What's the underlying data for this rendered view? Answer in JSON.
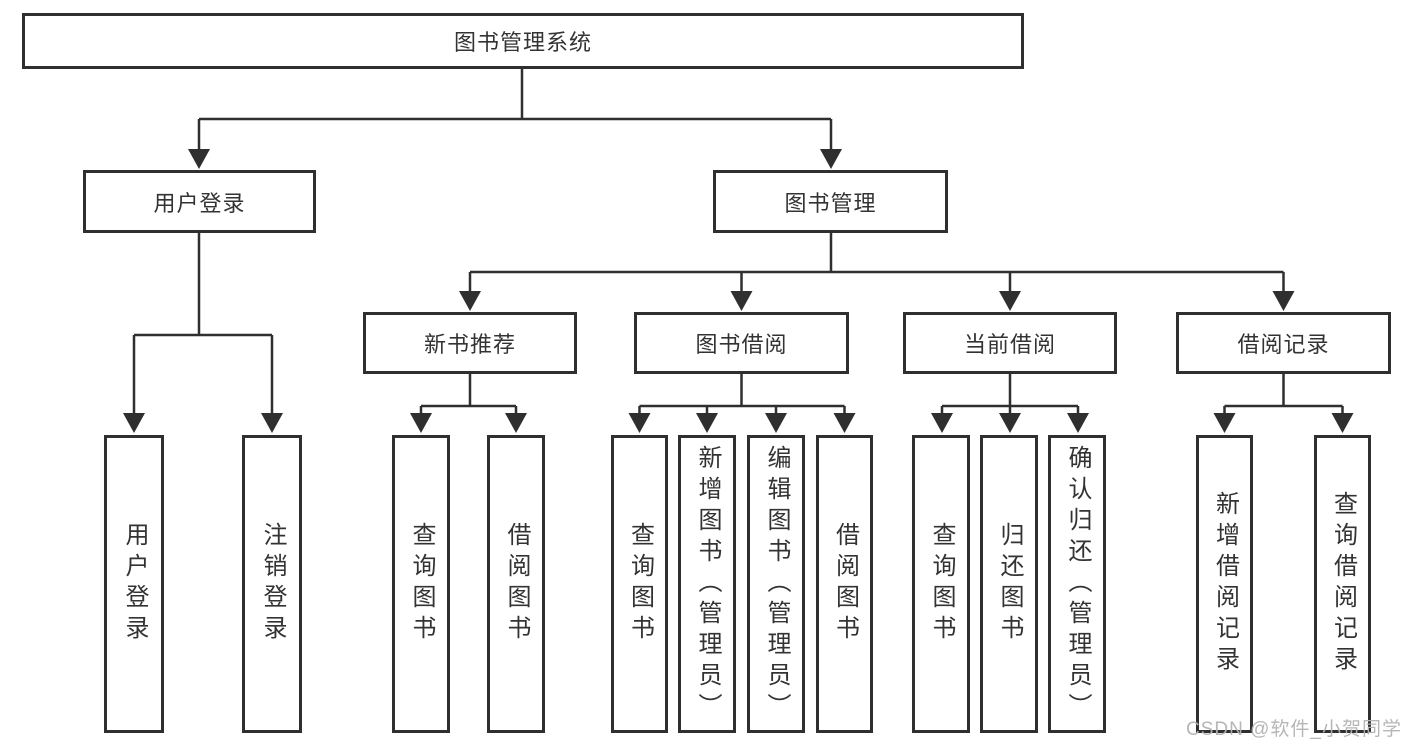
{
  "diagram_title": "图书管理系统",
  "nodes": {
    "root": "图书管理系统",
    "userLogin": "用户登录",
    "bookMgmt": "图书管理",
    "newBookRec": "新书推荐",
    "bookBorrow": "图书借阅",
    "currentBorrow": "当前借阅",
    "borrowRecords": "借阅记录",
    "ulLogin": "用户登录",
    "ulLogout": "注销登录",
    "nrQuery": "查询图书",
    "nrBorrow": "借阅图书",
    "bbQuery": "查询图书",
    "bbAdd": "新增图书（管理员）",
    "bbEdit": "编辑图书（管理员）",
    "bbBorrow": "借阅图书",
    "cbQuery": "查询图书",
    "cbReturn": "归还图书",
    "cbConfirm": "确认归还（管理员）",
    "brAdd": "新增借阅记录",
    "brQuery": "查询借阅记录"
  },
  "watermark": "CSDN @软件_小贺同学",
  "colors": {
    "line": "#2f2f2f",
    "box_border": "#2f2f2f",
    "box_bg": "#ffffff",
    "text": "#333333",
    "watermark": "#b3b3b3",
    "background": "#ffffff"
  }
}
